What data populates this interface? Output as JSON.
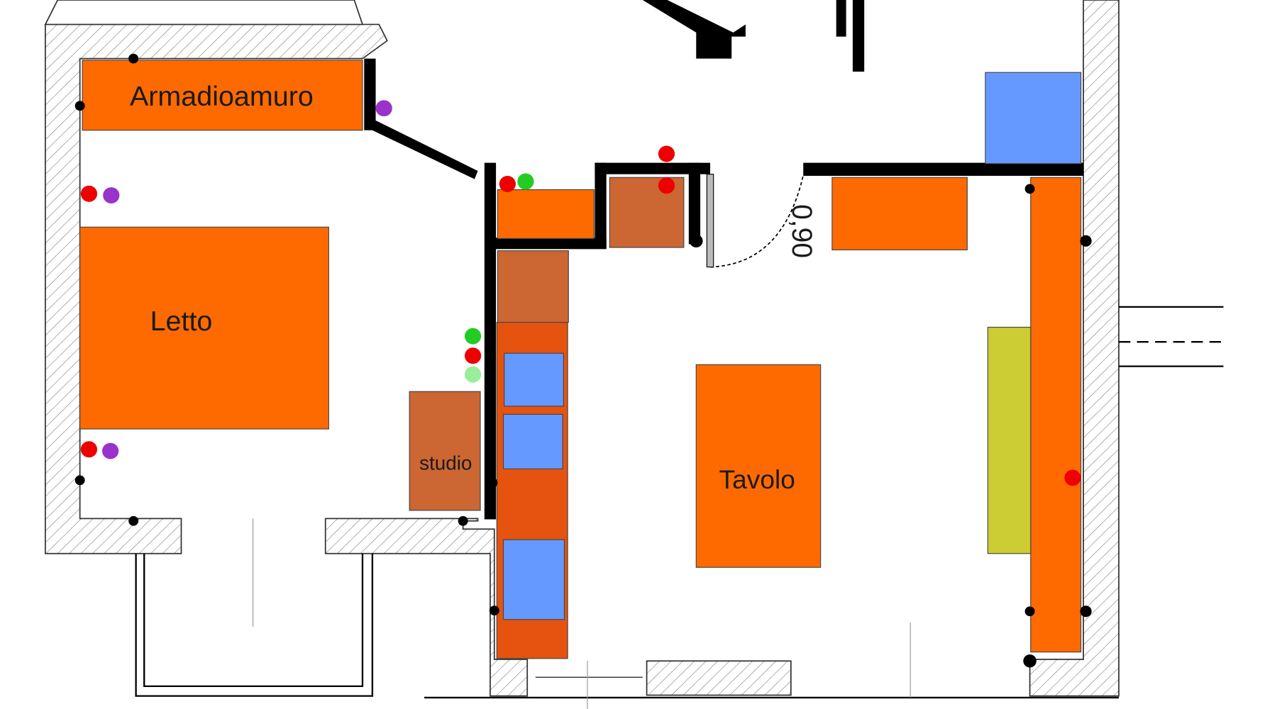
{
  "plan": {
    "labels": {
      "wardrobe": "Armadioamuro",
      "bed": "Letto",
      "study": "studio",
      "table": "Tavolo",
      "door_width": "0,90"
    }
  },
  "colors": {
    "orange": "#ff6a00",
    "dark_orange": "#e5530f",
    "brown": "#cc6633",
    "blue": "#6699ff",
    "yellow": "#cccc33",
    "wall": "#000000",
    "dot_red": "#ee0000",
    "dot_purple": "#9933cc",
    "dot_green": "#22cc22",
    "dot_light_green": "#99ee99"
  }
}
